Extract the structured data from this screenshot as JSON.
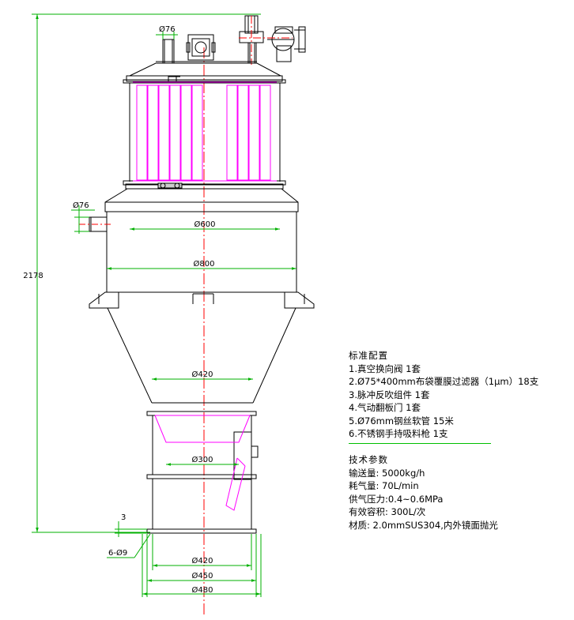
{
  "drawing": {
    "dimensions": {
      "overall_height": "2178",
      "top_port_dia": "Ø76",
      "side_port_dia": "Ø76",
      "inner_dia_600": "Ø600",
      "body_dia_800": "Ø800",
      "cone_outlet_dia": "Ø420",
      "flap_dia": "Ø300",
      "lower_inner_dia": "Ø420",
      "flange_dia_450": "Ø450",
      "flange_dia_480": "Ø480",
      "flange_thickness": "3",
      "bolt_spec": "6-Ø9"
    },
    "colors": {
      "outline": "#000000",
      "dimension": "#00b000",
      "filter": "#ff00ff",
      "centerline": "#ff0000"
    }
  },
  "notes": {
    "standard_title": "标准配置",
    "standard_items": [
      "1.真空换向阀 1套",
      "2.Ø75*400mm布袋覆膜过滤器（1μm）18支",
      "3.脉冲反吹组件 1套",
      "4.气动翻板门  1套",
      "5.Ø76mm钢丝软管 15米",
      "6.不锈钢手持吸料枪 1支"
    ],
    "tech_title": "技术参数",
    "tech_items": [
      "输送量: 5000kg/h",
      "耗气量: 70L/min",
      "供气压力:0.4~0.6MPa",
      "有效容积: 300L/次",
      "材质: 2.0mmSUS304,内外镜面抛光"
    ]
  }
}
